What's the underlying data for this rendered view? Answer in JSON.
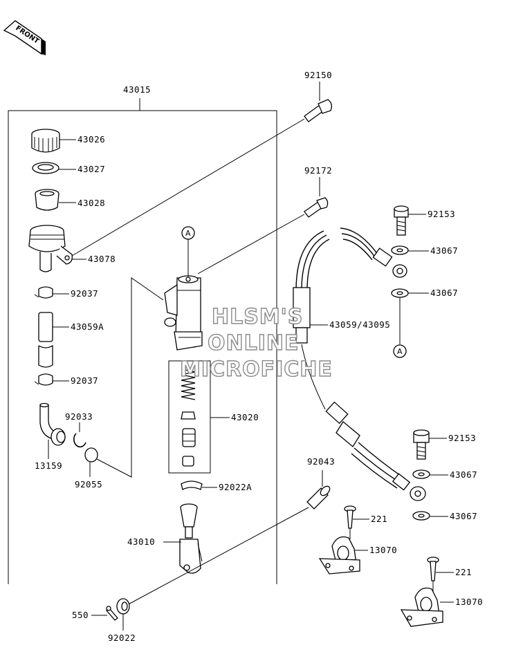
{
  "front_badge": "FRONT",
  "watermark": {
    "line1": "HLSM'S",
    "line2": "ONLINE",
    "line3": "MICROFICHE"
  },
  "refs": {
    "a_top": "A",
    "a_hose": "A"
  },
  "labels": {
    "p43015": "43015",
    "p43026": "43026",
    "p43027": "43027",
    "p43028": "43028",
    "p43078": "43078",
    "p92037a": "92037",
    "p43059A": "43059A",
    "p92037b": "92037",
    "p92033": "92033",
    "p13159": "13159",
    "p92055": "92055",
    "p43020": "43020",
    "p92022A": "92022A",
    "p43010": "43010",
    "p550": "550",
    "p92022": "92022",
    "p92150": "92150",
    "p92172": "92172",
    "p92153a": "92153",
    "p43067a": "43067",
    "p43067b": "43067",
    "p43059_43095": "43059/43095",
    "p92043": "92043",
    "p221a": "221",
    "p13070a": "13070",
    "p92153b": "92153",
    "p43067c": "43067",
    "p43067d": "43067",
    "p221b": "221",
    "p13070b": "13070"
  }
}
